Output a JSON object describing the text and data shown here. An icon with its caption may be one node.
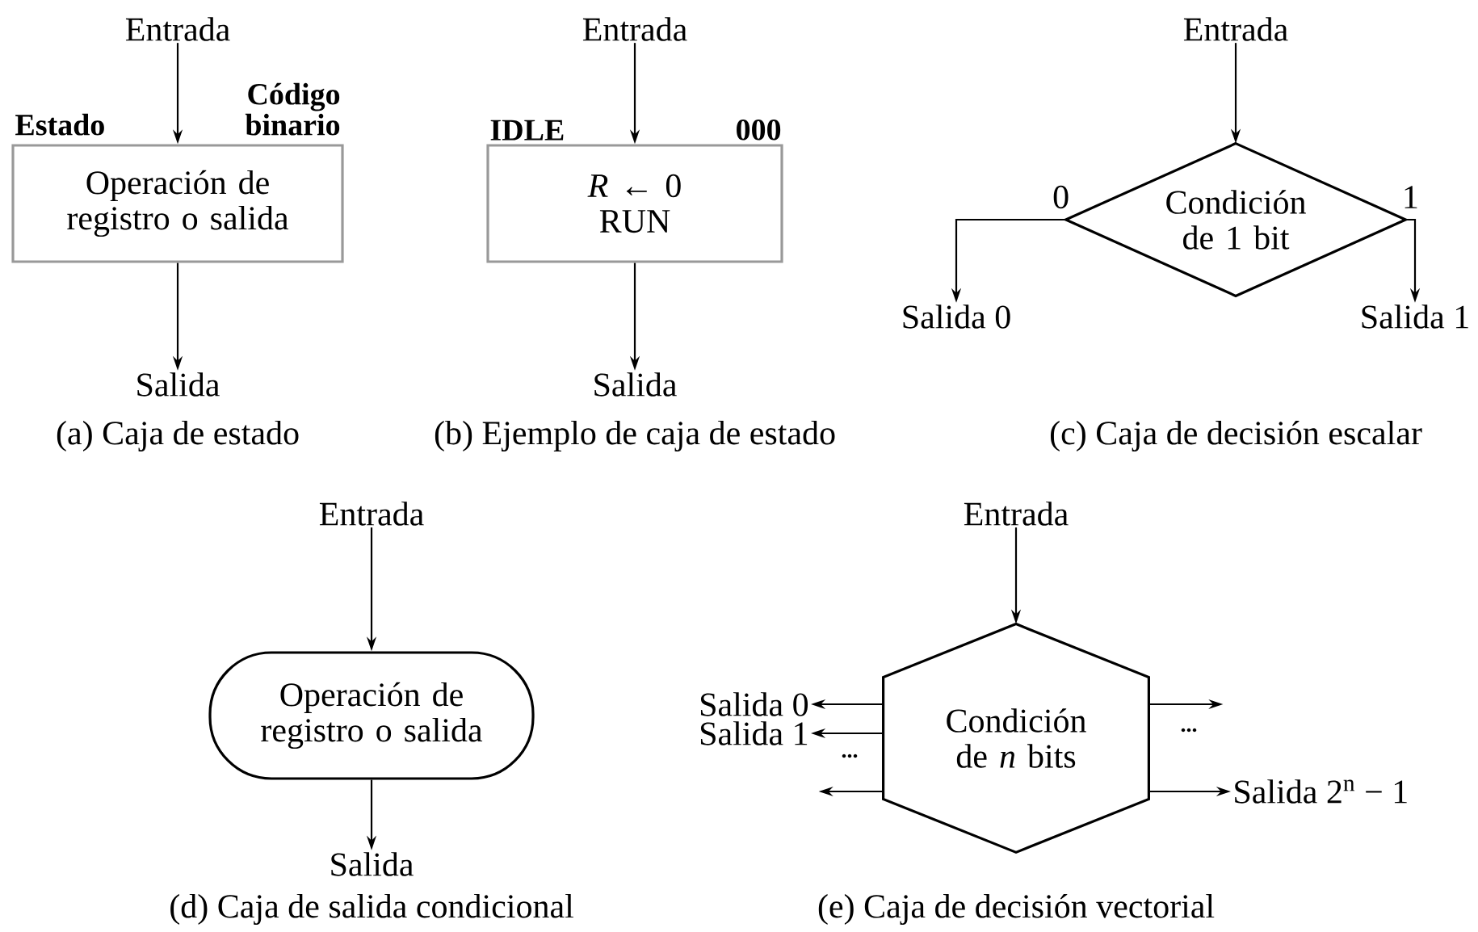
{
  "diagram": {
    "nodes": [
      {
        "text": [
          "Entrada"
        ]
      },
      {
        "text": [
          "Operación de registro o salida"
        ],
        "beside": [
          "Estado",
          "Código binario"
        ]
      },
      {
        "text": [
          "Salida"
        ]
      },
      {
        "text": [
          "Entrada"
        ]
      },
      {
        "text": [
          "*R* ← 0",
          "RUN"
        ],
        "beside": [
          "IDLE",
          "000"
        ]
      },
      {
        "text": [
          "Salida"
        ]
      },
      {
        "text": [
          "Entrada"
        ]
      },
      {
        "text": [
          "Condición de 1 bit"
        ]
      },
      {
        "text": [
          "Salida 0"
        ]
      },
      {
        "text": [
          "Salida 1"
        ]
      },
      {
        "text": [
          "Entrada"
        ]
      },
      {
        "text": [
          "Operación de registro o salida"
        ]
      },
      {
        "text": [
          "Salida"
        ]
      },
      {
        "text": [
          "Entrada"
        ]
      },
      {
        "text": [
          "Condición de *n* bits"
        ]
      },
      {
        "text": [
          "Salida 0"
        ]
      },
      {
        "text": [
          "Salida 1"
        ]
      },
      {
        "text": [
          "Salida 2$^{n}$ − 1"
        ]
      }
    ],
    "edges": [
      {
        "from": 0,
        "to": 1,
        "arrow": "to"
      },
      {
        "from": 1,
        "to": 2,
        "arrow": "to"
      },
      {
        "from": 3,
        "to": 4,
        "arrow": "to"
      },
      {
        "from": 4,
        "to": 5,
        "arrow": "to"
      },
      {
        "from": 6,
        "to": 7,
        "arrow": "to"
      },
      {
        "from": 7,
        "to": 8,
        "arrow": "to",
        "label": "0"
      },
      {
        "from": 7,
        "to": 9,
        "arrow": "to",
        "label": "1"
      },
      {
        "from": 10,
        "to": 11,
        "arrow": "to"
      },
      {
        "from": 11,
        "to": 12,
        "arrow": "to"
      },
      {
        "from": 13,
        "to": 14,
        "arrow": "to"
      },
      {
        "from": 14,
        "to": 15,
        "arrow": "to"
      },
      {
        "from": 14,
        "to": 16,
        "arrow": "to"
      },
      {
        "from": 14,
        "to": null,
        "arrow": "to"
      },
      {
        "from": 14,
        "to": null,
        "arrow": "to"
      },
      {
        "from": 14,
        "to": 17,
        "arrow": "to"
      }
    ],
    "labels": [
      "(a) Caja de estado",
      "(b) Ejemplo de caja de estado",
      "(c) Caja de decisión escalar",
      "...",
      "...",
      "(d) Caja de salida condicional",
      "(e) Caja de decisión vectorial"
    ]
  }
}
